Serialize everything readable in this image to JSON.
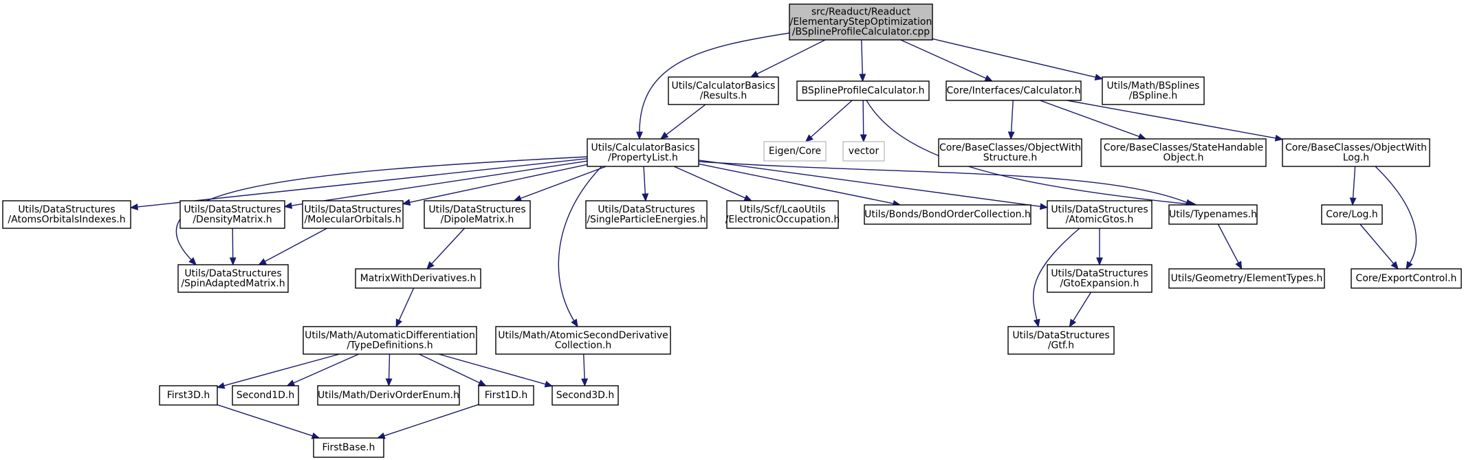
{
  "diagram": {
    "nodes": [
      {
        "id": "root",
        "lines": [
          "src/Readuct/Readuct",
          "/ElementaryStepOptimization",
          "/BSplineProfileCalculator.cpp"
        ],
        "style": "root"
      },
      {
        "id": "results",
        "lines": [
          "Utils/CalculatorBasics",
          "/Results.h"
        ]
      },
      {
        "id": "bspc_h",
        "lines": [
          "BSplineProfileCalculator.h"
        ]
      },
      {
        "id": "calculator",
        "lines": [
          "Core/Interfaces/Calculator.h"
        ]
      },
      {
        "id": "bspline",
        "lines": [
          "Utils/Math/BSplines",
          "/BSpline.h"
        ]
      },
      {
        "id": "proplist",
        "lines": [
          "Utils/CalculatorBasics",
          "/PropertyList.h"
        ]
      },
      {
        "id": "eigen",
        "lines": [
          "Eigen/Core"
        ],
        "style": "ext"
      },
      {
        "id": "vector",
        "lines": [
          "vector"
        ],
        "style": "ext"
      },
      {
        "id": "owstruct",
        "lines": [
          "Core/BaseClasses/ObjectWith",
          "Structure.h"
        ]
      },
      {
        "id": "statehand",
        "lines": [
          "Core/BaseClasses/StateHandable",
          "Object.h"
        ]
      },
      {
        "id": "owlog",
        "lines": [
          "Core/BaseClasses/ObjectWith",
          "Log.h"
        ]
      },
      {
        "id": "aoidx",
        "lines": [
          "Utils/DataStructures",
          "/AtomsOrbitalsIndexes.h"
        ]
      },
      {
        "id": "density",
        "lines": [
          "Utils/DataStructures",
          "/DensityMatrix.h"
        ]
      },
      {
        "id": "molorb",
        "lines": [
          "Utils/DataStructures",
          "/MolecularOrbitals.h"
        ]
      },
      {
        "id": "dipole",
        "lines": [
          "Utils/DataStructures",
          "/DipoleMatrix.h"
        ]
      },
      {
        "id": "spe",
        "lines": [
          "Utils/DataStructures",
          "/SingleParticleEnergies.h"
        ]
      },
      {
        "id": "elocc",
        "lines": [
          "Utils/Scf/LcaoUtils",
          "/ElectronicOccupation.h"
        ]
      },
      {
        "id": "bondorder",
        "lines": [
          "Utils/Bonds/BondOrderCollection.h"
        ]
      },
      {
        "id": "atomicgtos",
        "lines": [
          "Utils/DataStructures",
          "/AtomicGtos.h"
        ]
      },
      {
        "id": "typenames",
        "lines": [
          "Utils/Typenames.h"
        ]
      },
      {
        "id": "corelog",
        "lines": [
          "Core/Log.h"
        ]
      },
      {
        "id": "spinadapted",
        "lines": [
          "Utils/DataStructures",
          "/SpinAdaptedMatrix.h"
        ]
      },
      {
        "id": "mwd",
        "lines": [
          "MatrixWithDerivatives.h"
        ]
      },
      {
        "id": "gtoexp",
        "lines": [
          "Utils/DataStructures",
          "/GtoExpansion.h"
        ]
      },
      {
        "id": "eltypes",
        "lines": [
          "Utils/Geometry/ElementTypes.h"
        ]
      },
      {
        "id": "exportctl",
        "lines": [
          "Core/ExportControl.h"
        ]
      },
      {
        "id": "typedefs",
        "lines": [
          "Utils/Math/AutomaticDifferentiation",
          "/TypeDefinitions.h"
        ]
      },
      {
        "id": "asdc",
        "lines": [
          "Utils/Math/AtomicSecondDerivative",
          "Collection.h"
        ]
      },
      {
        "id": "gtf",
        "lines": [
          "Utils/DataStructures",
          "/Gtf.h"
        ]
      },
      {
        "id": "first3d",
        "lines": [
          "First3D.h"
        ]
      },
      {
        "id": "second1d",
        "lines": [
          "Second1D.h"
        ]
      },
      {
        "id": "derivorder",
        "lines": [
          "Utils/Math/DerivOrderEnum.h"
        ]
      },
      {
        "id": "first1d",
        "lines": [
          "First1D.h"
        ]
      },
      {
        "id": "second3d",
        "lines": [
          "Second3D.h"
        ]
      },
      {
        "id": "firstbase",
        "lines": [
          "FirstBase.h"
        ]
      }
    ],
    "edges": [
      [
        "root",
        "proplist"
      ],
      [
        "root",
        "results"
      ],
      [
        "root",
        "bspc_h"
      ],
      [
        "root",
        "calculator"
      ],
      [
        "root",
        "bspline"
      ],
      [
        "results",
        "proplist"
      ],
      [
        "bspc_h",
        "eigen"
      ],
      [
        "bspc_h",
        "vector"
      ],
      [
        "bspc_h",
        "typenames"
      ],
      [
        "calculator",
        "owstruct"
      ],
      [
        "calculator",
        "statehand"
      ],
      [
        "calculator",
        "owlog"
      ],
      [
        "owlog",
        "corelog"
      ],
      [
        "owlog",
        "exportctl"
      ],
      [
        "corelog",
        "exportctl"
      ],
      [
        "proplist",
        "aoidx"
      ],
      [
        "proplist",
        "spinadapted"
      ],
      [
        "proplist",
        "density"
      ],
      [
        "proplist",
        "molorb"
      ],
      [
        "proplist",
        "dipole"
      ],
      [
        "proplist",
        "asdc"
      ],
      [
        "proplist",
        "spe"
      ],
      [
        "proplist",
        "elocc"
      ],
      [
        "proplist",
        "bondorder"
      ],
      [
        "proplist",
        "atomicgtos"
      ],
      [
        "proplist",
        "typenames"
      ],
      [
        "density",
        "spinadapted"
      ],
      [
        "molorb",
        "spinadapted"
      ],
      [
        "dipole",
        "mwd"
      ],
      [
        "mwd",
        "typedefs"
      ],
      [
        "typedefs",
        "first3d"
      ],
      [
        "typedefs",
        "second1d"
      ],
      [
        "typedefs",
        "derivorder"
      ],
      [
        "typedefs",
        "first1d"
      ],
      [
        "typedefs",
        "second3d"
      ],
      [
        "first3d",
        "firstbase"
      ],
      [
        "first1d",
        "firstbase"
      ],
      [
        "asdc",
        "second3d"
      ],
      [
        "atomicgtos",
        "gtoexp"
      ],
      [
        "atomicgtos",
        "gtf"
      ],
      [
        "gtoexp",
        "gtf"
      ],
      [
        "typenames",
        "eltypes"
      ]
    ]
  }
}
